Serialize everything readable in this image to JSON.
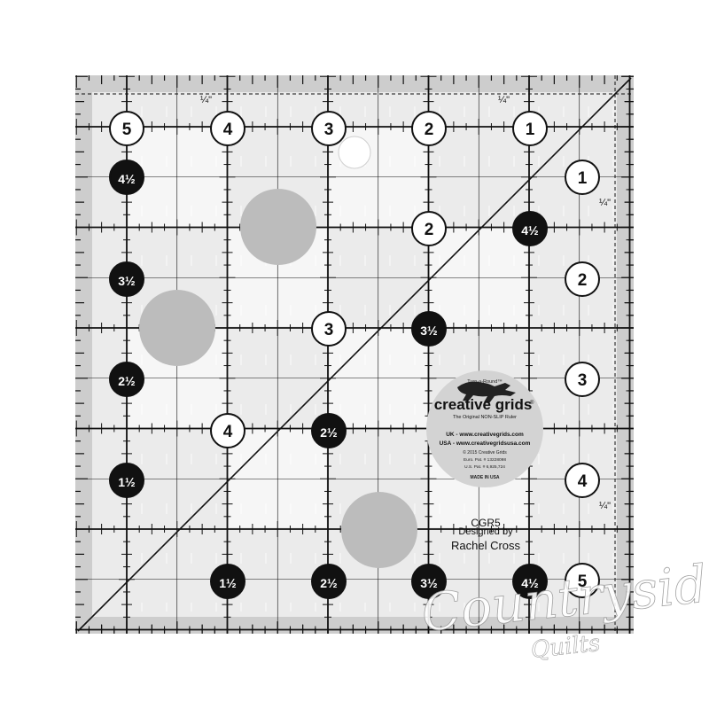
{
  "ruler": {
    "model": "CGR5",
    "designed_by": "Designed by",
    "designer": "Rachel Cross",
    "quarter_mark": "¼\"",
    "whole_numbers": [
      "1",
      "2",
      "3",
      "4",
      "5"
    ],
    "half_numbers": [
      "1½",
      "2½",
      "3½",
      "4½"
    ]
  },
  "logo": {
    "tagline_top": "Turn-a-Round™",
    "brand": "creative grids",
    "registered": "®",
    "subtitle": "The Original NON-SLIP Ruler",
    "uk_url": "UK - www.creativegrids.com",
    "usa_url": "USA - www.creativegridsusa.com",
    "copyright": "© 2015 Creative Grids",
    "euro_patent": "Euro. Pat. # 13228098",
    "us_patent": "U.S. Pat. # 6,925,724",
    "made_in": "MADE IN USA"
  },
  "watermark": {
    "line1": "Countryside",
    "line2": "Quilts"
  },
  "colors": {
    "background": "#ffffff",
    "ruler_gray": "#cfcfcf",
    "ruler_light": "#efefef",
    "line_black": "#111111",
    "grip_dot": "#bdbdbd"
  }
}
